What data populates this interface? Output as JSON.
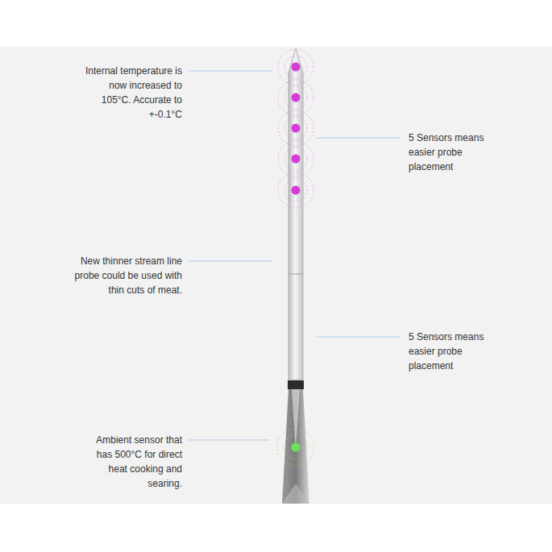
{
  "diagram": {
    "labels": [
      "Internal temperature is now increased to 105°C. Accurate to +-0.1°C",
      "5 Sensors means easier probe placement",
      "New thinner stream line probe could be used with thin cuts of meat.",
      "5 Sensors means easier probe placement",
      "Ambient sensor that has 500°C for direct heat cooking and searing."
    ]
  }
}
